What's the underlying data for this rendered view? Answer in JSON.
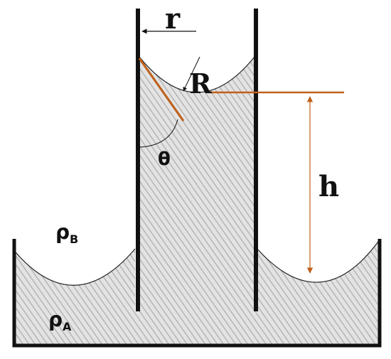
{
  "labels": {
    "r": "r",
    "R": "R",
    "theta": "θ",
    "h": "h",
    "rho": "ρ",
    "sub_b": "B",
    "sub_a": "A"
  },
  "colors": {
    "walls": "#111111",
    "fluid": "#c8c8c8",
    "guide": "#c0601a",
    "text": "#111111"
  }
}
